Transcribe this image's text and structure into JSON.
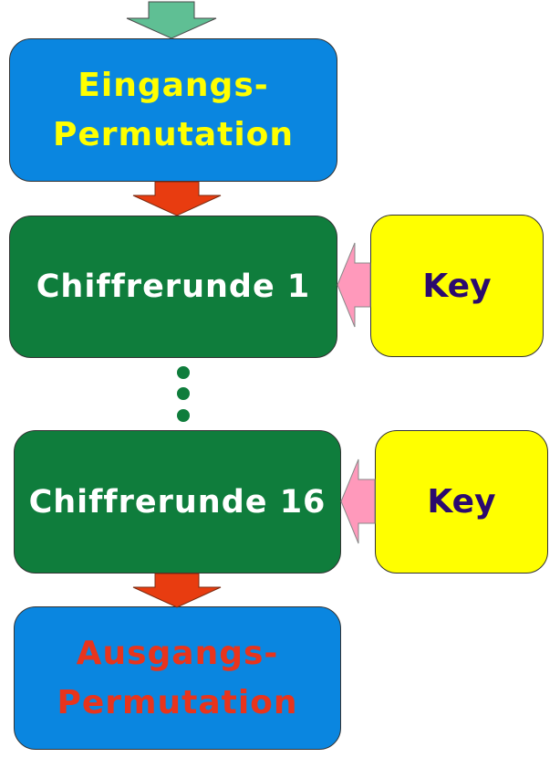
{
  "boxes": {
    "input_permutation": {
      "line1": "Eingangs-",
      "line2": "Permutation",
      "text_color": "#ffff00",
      "fill": "#0a86e0"
    },
    "round_first": {
      "label": "Chiffrerunde 1",
      "fill": "#0f7d3c"
    },
    "round_last": {
      "label": "Chiffrerunde 16",
      "fill": "#0f7d3c"
    },
    "key_first": {
      "label": "Key",
      "fill": "#ffff00"
    },
    "key_last": {
      "label": "Key",
      "fill": "#ffff00"
    },
    "output_permutation": {
      "line1": "Ausgangs-",
      "line2": "Permutation",
      "text_color": "#e8341c",
      "fill": "#0a86e0"
    }
  },
  "arrows": {
    "entry_color": "#5fbf94",
    "flow_color": "#e83c10",
    "key_color": "#ff99bb"
  },
  "ellipsis_color": "#0f7d3c"
}
